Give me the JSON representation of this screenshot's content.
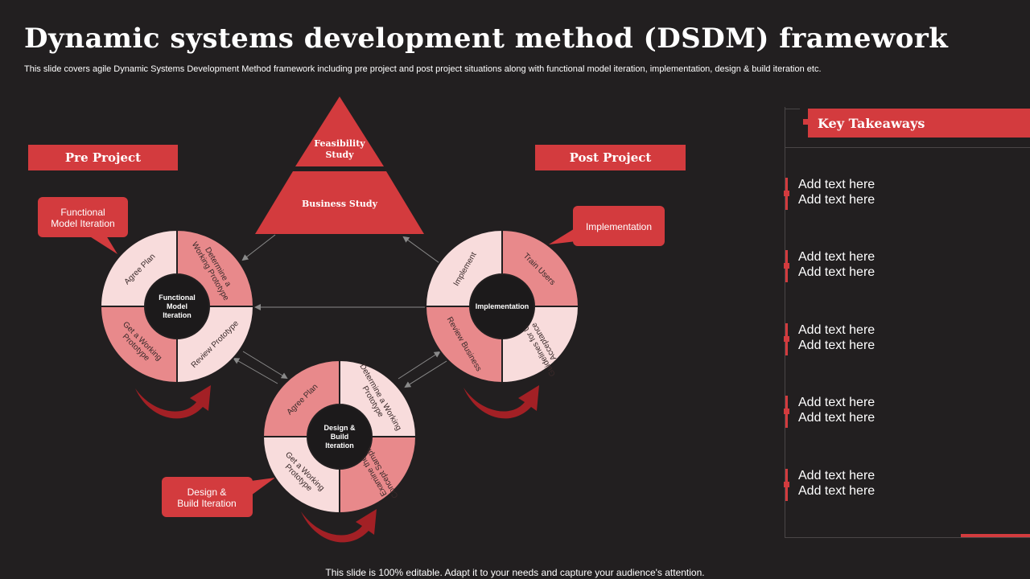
{
  "header": {
    "title": "Dynamic systems development method (DSDM) framework",
    "subtitle": "This slide covers agile Dynamic Systems Development Method framework including pre project and post project situations along with functional model iteration, implementation, design & build iteration etc."
  },
  "banners": {
    "pre_project": "Pre Project",
    "post_project": "Post Project"
  },
  "pyramid": {
    "top": [
      "Feasibility",
      "Study"
    ],
    "bottom": "Business Study"
  },
  "callouts": {
    "functional": [
      "Functional",
      "Model Iteration"
    ],
    "implementation": [
      "Implementation"
    ],
    "design": [
      "Design &",
      "Build Iteration"
    ]
  },
  "cycles": {
    "functional": {
      "center": [
        "Functional",
        "Model",
        "Iteration"
      ],
      "segments": [
        [
          "Agree Plan"
        ],
        [
          "Determine a",
          "Working Prototype"
        ],
        [
          "Review Prototype"
        ],
        [
          "Get a Working",
          "Prototype"
        ]
      ]
    },
    "implementation": {
      "center": [
        "Implementation"
      ],
      "segments": [
        [
          "Implement"
        ],
        [
          "Train Users"
        ],
        [
          "Guidelines for User",
          "Acceptance"
        ],
        [
          "Review Business"
        ]
      ]
    },
    "design": {
      "center": [
        "Design &",
        "Build",
        "Iteration"
      ],
      "segments": [
        [
          "Agree Plan"
        ],
        [
          "Determine a Working",
          "Prototype"
        ],
        [
          "Examine the",
          "Concept Sample"
        ],
        [
          "Get a Working",
          "Prototype"
        ]
      ]
    }
  },
  "takeaways": {
    "heading": "Key Takeaways",
    "items": [
      [
        "Add text here",
        "Add text here"
      ],
      [
        "Add text here",
        "Add text here"
      ],
      [
        "Add text here",
        "Add text here"
      ],
      [
        "Add text here",
        "Add text here"
      ],
      [
        "Add text here",
        "Add text here"
      ]
    ]
  },
  "footer": "This slide is 100% editable. Adapt it to your needs and capture your audience's attention.",
  "colors": {
    "background": "#221f20",
    "accent": "#d33b3e",
    "segment_light": "#f8dcdc",
    "segment_mid": "#e8898b",
    "arrow_dark": "#a32025",
    "connector": "#8a8a8a"
  }
}
